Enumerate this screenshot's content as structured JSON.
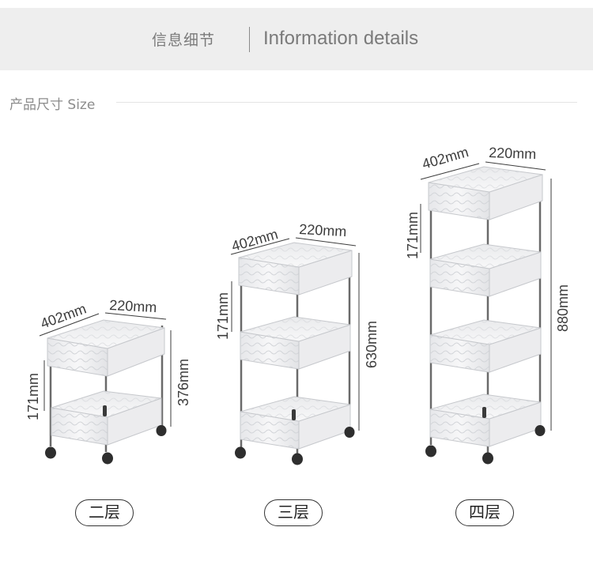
{
  "header": {
    "title_cn": "信息细节",
    "title_en": "Information details"
  },
  "section": {
    "title": "产品尺寸 Size"
  },
  "products": [
    {
      "label": "二层",
      "length": "402mm",
      "width": "220mm",
      "height": "376mm",
      "tier_gap": "171mm"
    },
    {
      "label": "三层",
      "length": "402mm",
      "width": "220mm",
      "height": "630mm",
      "tier_gap": "171mm"
    },
    {
      "label": "四层",
      "length": "402mm",
      "width": "220mm",
      "height": "880mm",
      "tier_gap": "171mm"
    }
  ]
}
